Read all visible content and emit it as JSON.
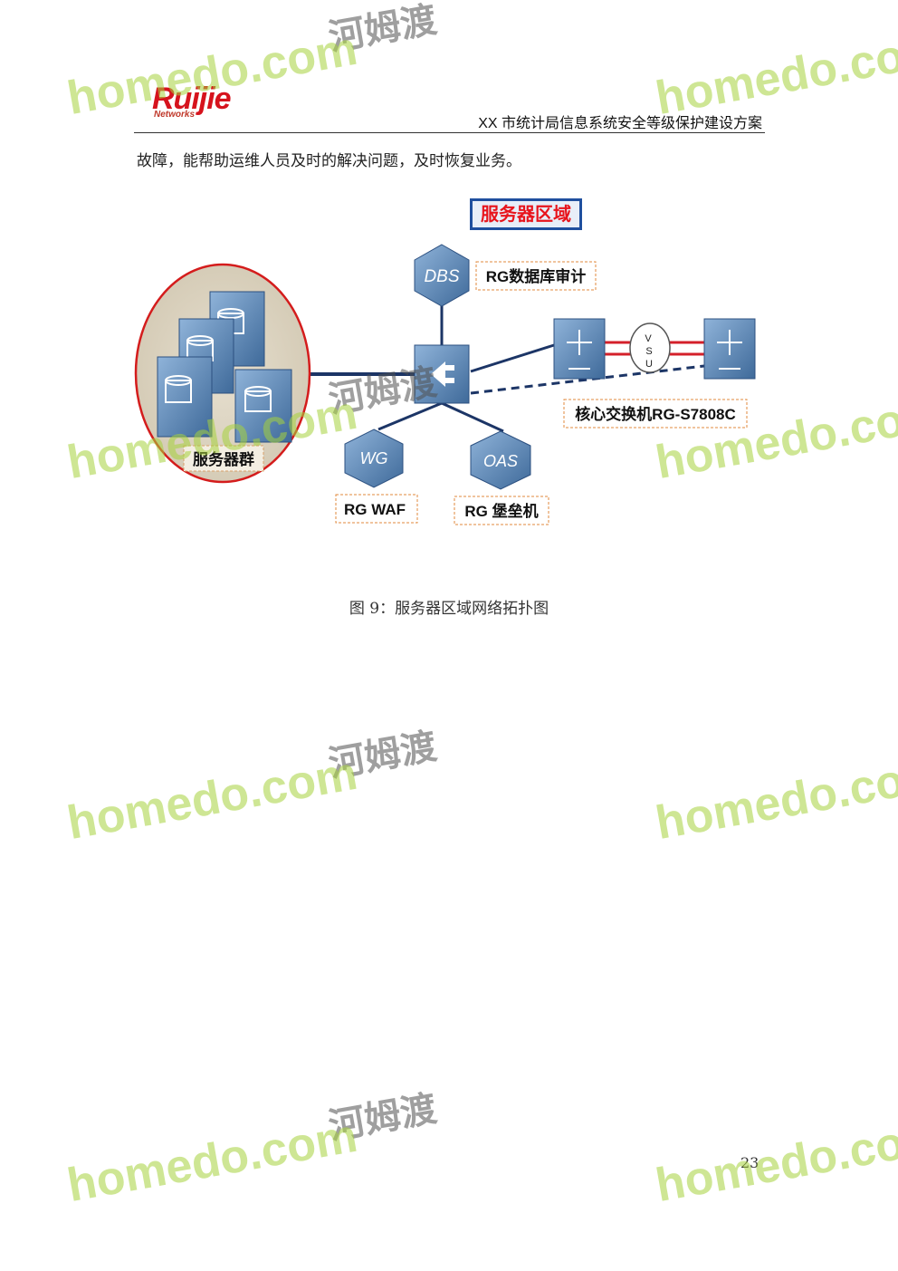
{
  "header": {
    "logo_text": "Ruijie",
    "logo_sub": "Networks",
    "doc_title": "XX 市统计局信息系统安全等级保护建设方案"
  },
  "body": {
    "paragraph": "故障，能帮助运维人员及时的解决问题，及时恢复业务。"
  },
  "diagram": {
    "zone_title": "服务器区域",
    "server_group_label": "服务器群",
    "dbs_icon": "DBS",
    "dbs_label": "RG数据库审计",
    "wg_icon": "WG",
    "waf_label": "RG WAF",
    "oas_icon": "OAS",
    "bastion_label": "RG 堡垒机",
    "vsu_v": "V",
    "vsu_s": "S",
    "vsu_u": "U",
    "core_label": "核心交换机RG-S7808C",
    "colors": {
      "zone_title_text": "#e8141c",
      "zone_title_bg": "#1f4f9e",
      "link_line": "#1c3566",
      "vsu_line": "#d4202a",
      "device_blue": "#5a86b5"
    }
  },
  "caption": "图 9：服务器区域网络拓扑图",
  "page_number": "23",
  "watermark": {
    "text": "homedo.com",
    "cn": "河姆渡"
  }
}
